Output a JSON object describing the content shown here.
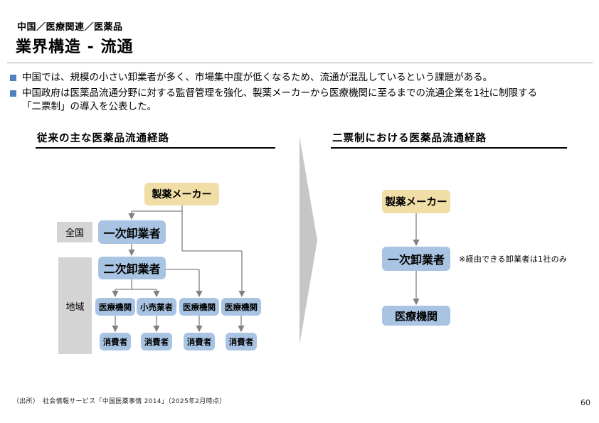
{
  "header": {
    "category": "中国／医療関連／医薬品",
    "title": "業界構造 - 流通"
  },
  "bullets": [
    {
      "line1": "中国では、規模の小さい卸業者が多く、市場集中度が低くなるため、流通が混乱しているという課題がある。",
      "line2": ""
    },
    {
      "line1": "中国政府は医薬品流通分野に対する監督管理を強化、製薬メーカーから医療機関に至るまでの流通企業を1社に制限する",
      "line2": "「二票制」の導入を公表した。"
    }
  ],
  "left_diagram": {
    "heading": "従来の主な医薬品流通経路",
    "scope_labels": {
      "national": "全国",
      "regional": "地域"
    },
    "nodes": {
      "maker": "製薬メーカー",
      "primary_wholesaler": "一次卸業者",
      "secondary_wholesaler": "二次卸業者",
      "row": [
        "医療機関",
        "小売業者",
        "医療機関",
        "医療機関"
      ],
      "consumers": [
        "消費者",
        "消費者",
        "消費者",
        "消費者"
      ]
    }
  },
  "right_diagram": {
    "heading": "二票制における医薬品流通経路",
    "nodes": {
      "maker": "製薬メーカー",
      "primary_wholesaler": "一次卸業者",
      "hospital": "医療機関"
    },
    "note": "※経由できる卸業者は1社のみ"
  },
  "footer": {
    "source": "（出所）　社会情報サービス「中国医薬事情 2014」（2025年2月時点）",
    "page": "60"
  },
  "colors": {
    "maker_box": "#f1dea7",
    "wholesaler_box": "#a9c4e3",
    "scope_label_box": "#d4d4d4",
    "connector": "#808080",
    "transition_arrow": "#c6c6c6",
    "bullet_square": "#4f81bd",
    "divider": "#a6a6a6"
  }
}
